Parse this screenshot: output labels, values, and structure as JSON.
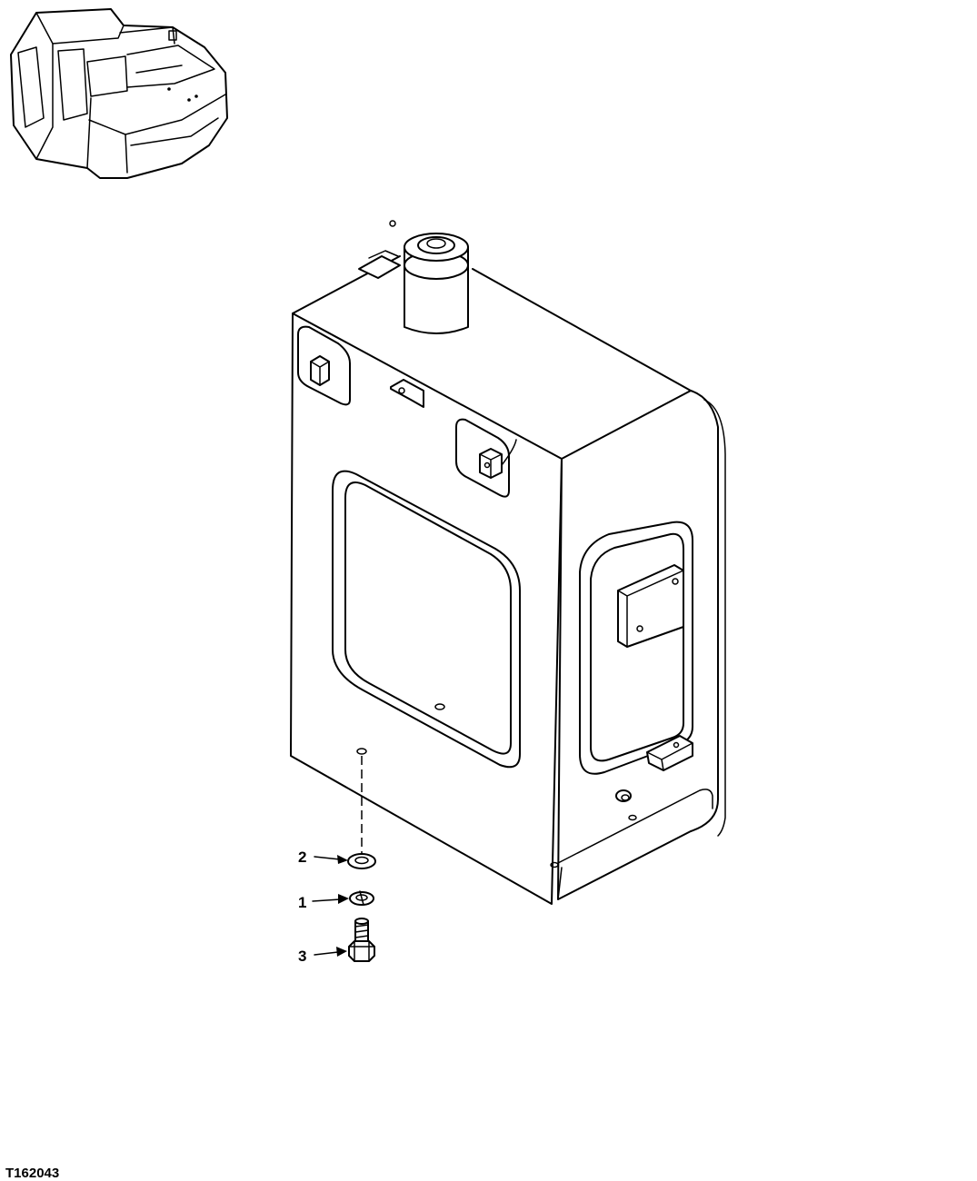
{
  "callouts": [
    {
      "number": "2",
      "part": "washer"
    },
    {
      "number": "1",
      "part": "lock-washer"
    },
    {
      "number": "3",
      "part": "bolt"
    }
  ],
  "figure_id": "T162043"
}
